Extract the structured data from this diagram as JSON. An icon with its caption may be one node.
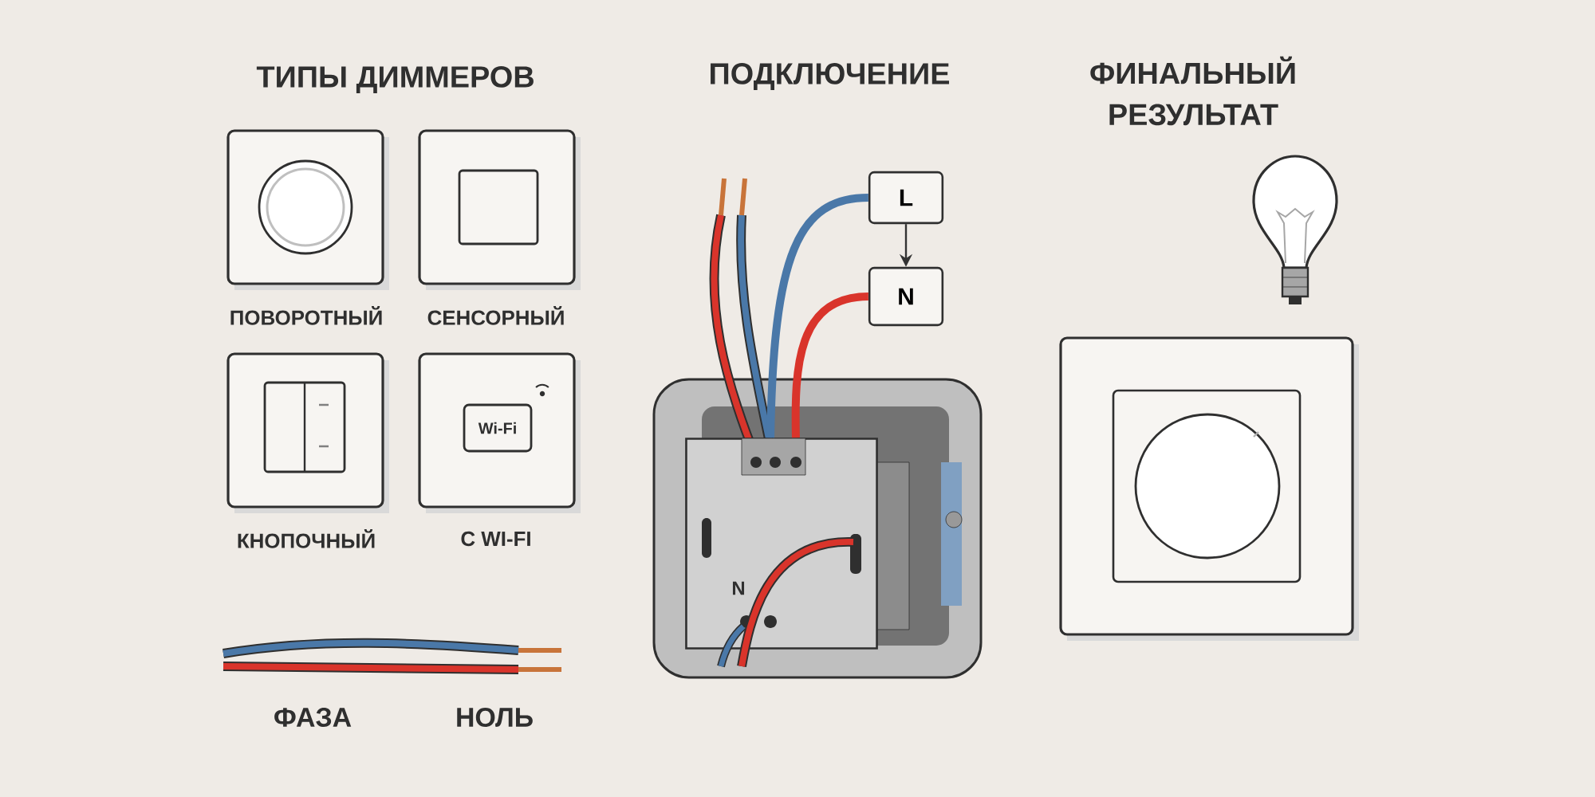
{
  "diagram": {
    "nodes": [
      {
        "text": [
          "L"
        ]
      },
      {
        "text": [
          "N"
        ]
      },
      {
        "text": [],
        "shape": "box"
      }
    ],
    "edges": [
      {
        "from": 0,
        "to": 1,
        "arrow": "to",
        "color": "#333333"
      },
      {
        "from": 0,
        "to": 2,
        "arrow": "none",
        "color": "#4a78a8"
      },
      {
        "from": 1,
        "to": 2,
        "arrow": "none",
        "color": "#d9342b"
      }
    ],
    "labels": [
      "ТИПЫ ДИММЕРОВ",
      "ПОДКЛЮЧЕНИЕ",
      "ФИНАЛЬНЫЙ РЕЗУЛЬТАТ",
      "ПОВОРОТНЫЙ",
      "СЕНСОРНЫЙ",
      "Wi-Fi",
      "КНОПОЧНЫЙ",
      "С WI-FI",
      "N",
      "ФАЗА",
      "НОЛЬ"
    ]
  }
}
